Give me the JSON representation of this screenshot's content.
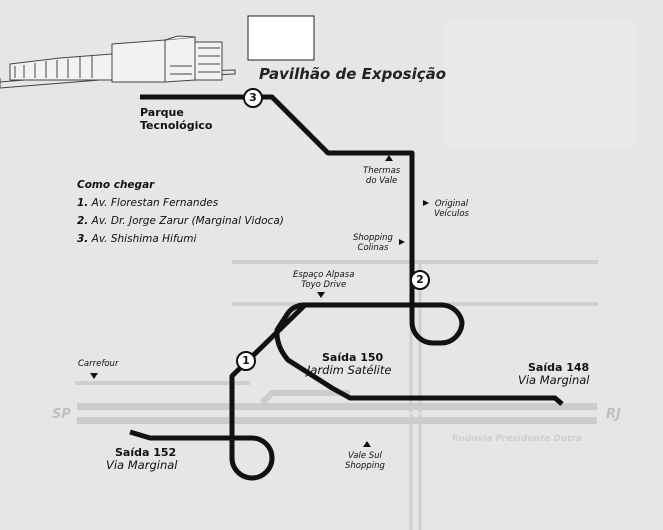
{
  "title": "Pavilhão de Exposição",
  "legend": {
    "title": "Como chegar",
    "items": [
      {
        "num": "1.",
        "text": "Av. Florestan Fernandes"
      },
      {
        "num": "2.",
        "text": "Av. Dr. Jorge Zarur (Marginal Vidoca)"
      },
      {
        "num": "3.",
        "text": "Av. Shishima Hifumi"
      }
    ]
  },
  "route_markers": [
    "1",
    "2",
    "3"
  ],
  "places": {
    "parque": "Parque\nTecnológico",
    "thermas": "Thermas\ndo Vale",
    "original": "Original\nVeículos",
    "shopping_colinas": "Shopping\nColinas",
    "espaco_alpasa": "Espaço Alpasa\nToyo Drive",
    "carrefour": "Carrefour",
    "vale_sul": "Vale Sul\nShopping"
  },
  "exits": {
    "saida150": {
      "name": "Saída 150",
      "sub": "Jardim Satélite"
    },
    "saida148": {
      "name": "Saída 148",
      "sub": "Via Marginal"
    },
    "saida152": {
      "name": "Saída 152",
      "sub": "Via Marginal"
    }
  },
  "highway": {
    "west": "SP",
    "east": "RJ",
    "name": "Rodovia Presidente Dutra"
  },
  "colors": {
    "background": "#e6e6e6",
    "route": "#111111",
    "roads": "#cccccc",
    "highway_label": "#bfbfbf"
  }
}
